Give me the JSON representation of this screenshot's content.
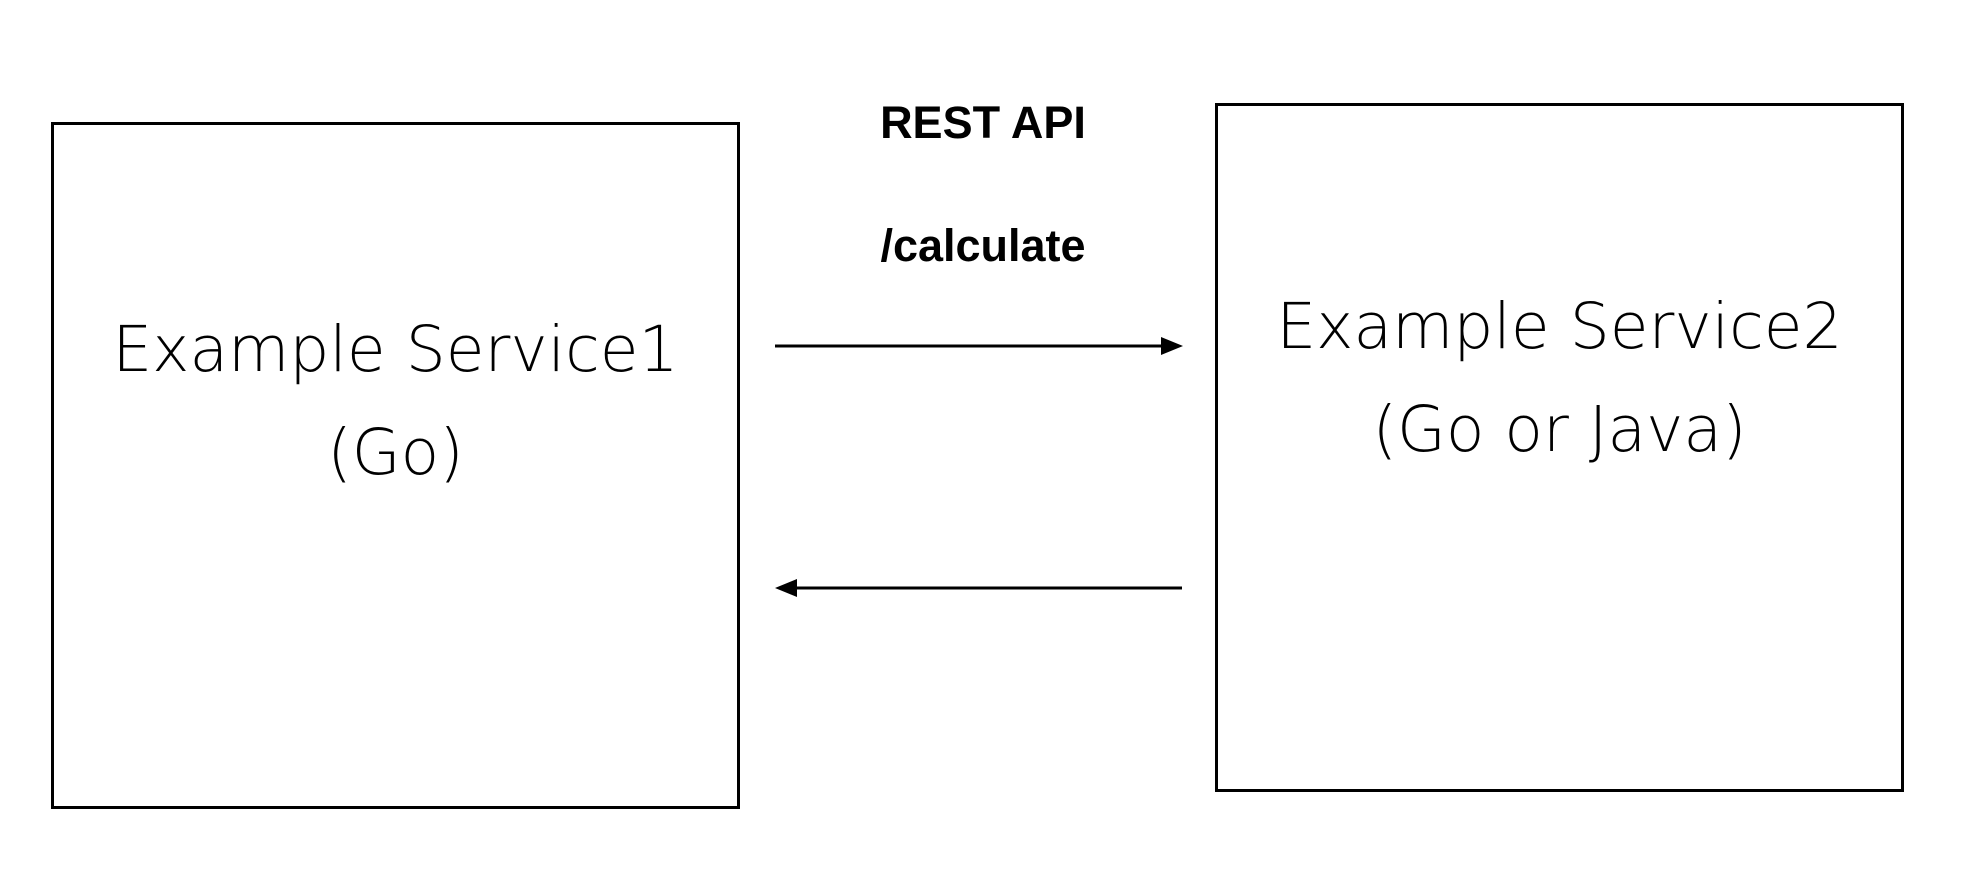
{
  "services": [
    {
      "name": "Example Service1",
      "lang": "(Go)"
    },
    {
      "name": "Example Service2",
      "lang": "(Go or Java)"
    }
  ],
  "api": {
    "name": "REST API",
    "endpoint": "/calculate"
  },
  "colors": {
    "line": "#000000",
    "background": "#ffffff"
  }
}
